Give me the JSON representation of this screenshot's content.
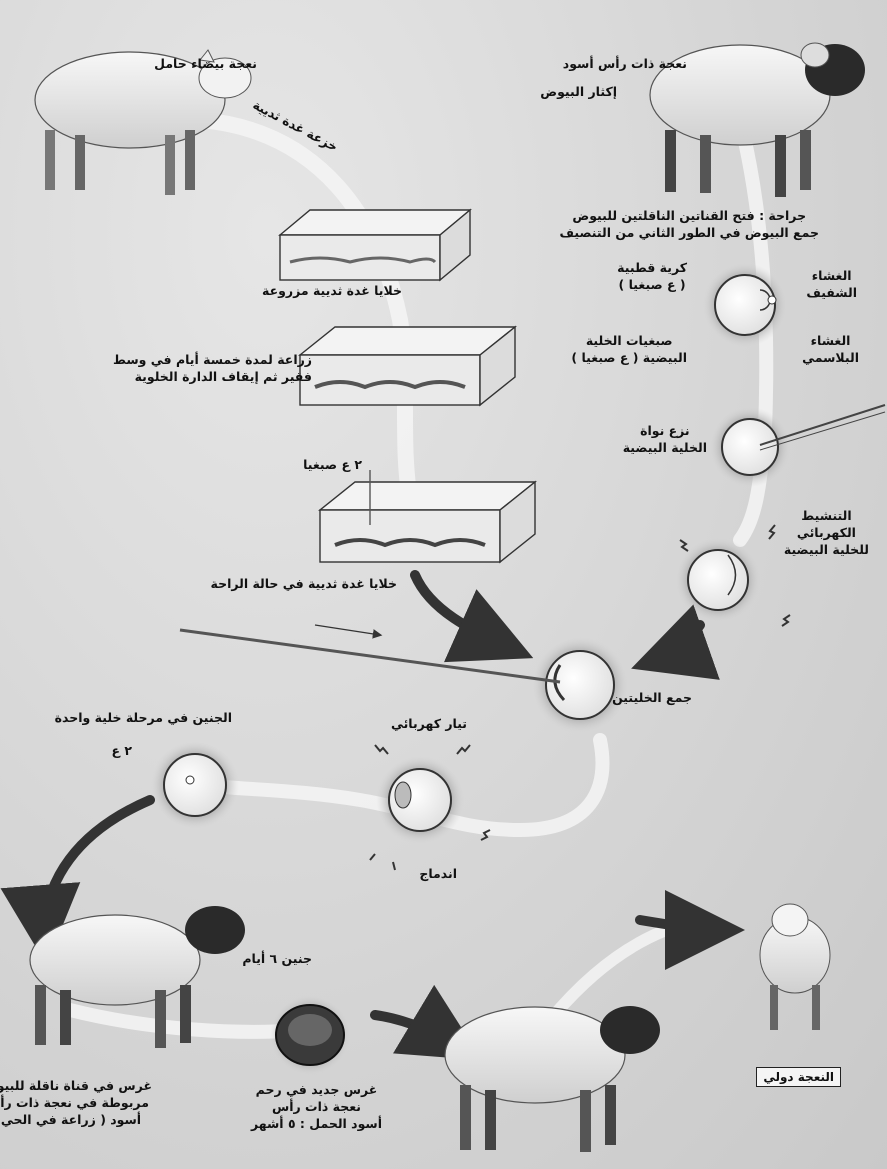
{
  "labels": {
    "white_ewe": "نعجة بيضاء حامل",
    "mammary_cells": "خزعة غدة ثديية",
    "cultured_cells": "خلايا غدة ثديية مزروعة",
    "culture_5days": "زراعة لمدة خمسة أيام في وسط\nفقير ثم إيقاف الدارة الخلوية",
    "two_n_a": "٢ ع صبغيا",
    "resting_cells": "خلايا غدة ثديية في حالة الراحة",
    "black_ewe": "نعجة ذات رأس أسود",
    "superovulation": "إكثار البيوض",
    "surgery": "جراحة : فتح القناتين الناقلتين للبيوض\nجمع البيوض في الطور الثاني من التنصيف",
    "polar_body": "كرية قطبية\n( ع صبغيا )",
    "zona": "الغشاء\nالشفيف",
    "egg_chromosomes": "صبغيات الخلية\nالبيضية ( ع صبغيا )",
    "plasma_membrane": "الغشاء\nالبلاسمي",
    "enucleation": "نزع نواة\nالخلية البيضية",
    "activation": "التنشيط\nالكهربائي\nللخلية البيضية",
    "cell_fusion": "جمع الخليتين",
    "embryo_one_cell": "الجنين في مرحلة خلية واحدة",
    "two_n_b": "٢ ع",
    "electric_current": "تيار كهربائي",
    "fusion": "اندماج",
    "embryo_6days": "جنين ٦ أيام",
    "transfer_oviduct": "غرس في قناة ناقلة للبيوض\nمربوطة في نعجة ذات رأس\nأسود ( زراعة في الحي )",
    "transfer_uterus": "غرس جديد في رحم\nنعجة ذات رأس\nأسود الحمل : ٥ أشهر",
    "dolly": "النعجة دولي"
  }
}
